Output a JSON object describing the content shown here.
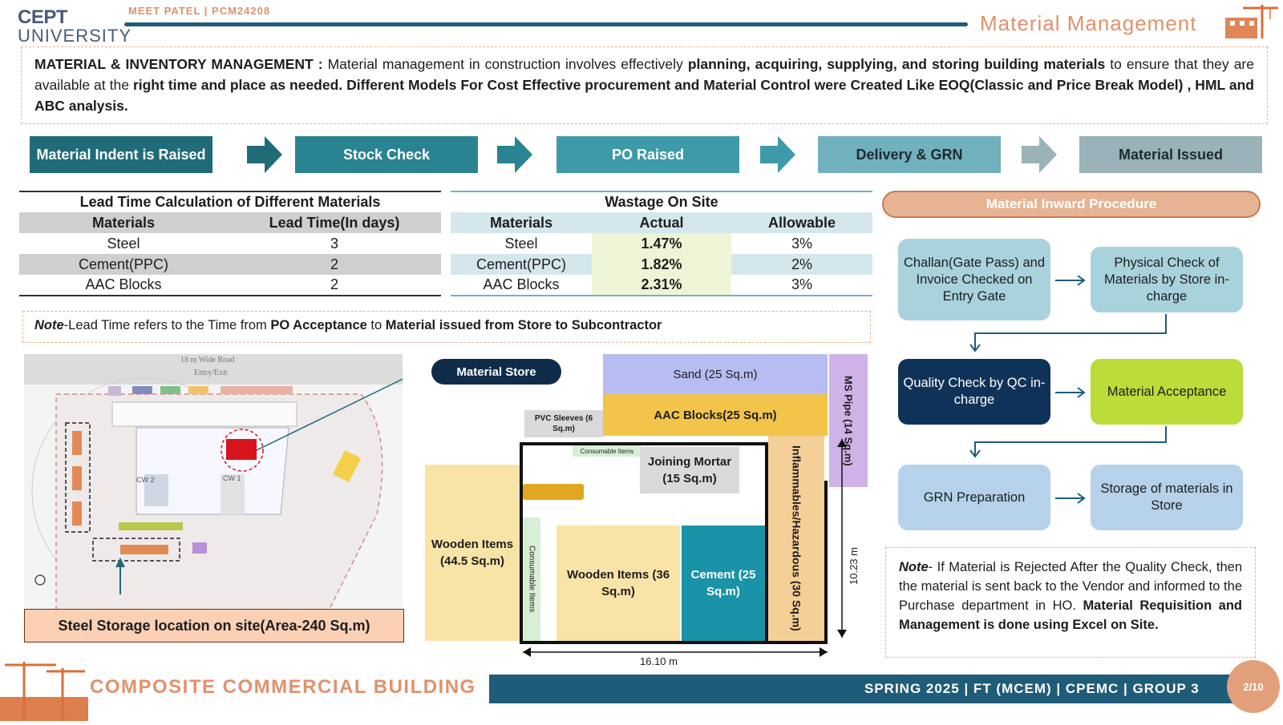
{
  "header": {
    "logo_line1": "CEPT",
    "logo_line2": "UNIVERSITY",
    "author": "MEET PATEL | PCM24208",
    "title": "Material Management"
  },
  "intro": {
    "lead": "MATERIAL & INVENTORY MANAGEMENT :",
    "t1": " Material management in construction involves effectively ",
    "b1": "planning, acquiring, supplying, and storing building materials",
    "t2": " to ensure that they are available at the ",
    "b2": "right time and place as needed. Different Models For Cost Effective procurement and Material Control were Created Like EOQ(Classic and Price Break Model) , HML and ABC analysis."
  },
  "process": {
    "steps": [
      "Material Indent is Raised",
      "Stock Check",
      "PO Raised",
      "Delivery & GRN",
      "Material Issued"
    ],
    "colors": [
      "#1f6b78",
      "#2a8391",
      "#3e9aa8",
      "#71b1bd",
      "#9ab3b8"
    ]
  },
  "lead_table": {
    "title": "Lead Time Calculation of Different Materials",
    "headers": [
      "Materials",
      "Lead Time(In days)"
    ],
    "rows": [
      [
        "Steel",
        "3"
      ],
      [
        "Cement(PPC)",
        "2"
      ],
      [
        "AAC Blocks",
        "2"
      ]
    ]
  },
  "wastage_table": {
    "title": "Wastage On Site",
    "headers": [
      "Materials",
      "Actual",
      "Allowable"
    ],
    "rows": [
      [
        "Steel",
        "1.47%",
        "3%"
      ],
      [
        "Cement(PPC)",
        "1.82%",
        "2%"
      ],
      [
        "AAC Blocks",
        "2.31%",
        "3%"
      ]
    ]
  },
  "note1": {
    "label": "Note",
    "t1": "-Lead Time refers to the Time from ",
    "b1": "PO Acceptance",
    "t2": " to ",
    "b2": "Material issued from Store to Subcontractor"
  },
  "site": {
    "road": "18 m Wide Road",
    "entry": "Entry/Exit",
    "steel_label": "Steel Storage location on site(Area-240 Sq.m)",
    "store_callout": "Material Store",
    "cw2": "CW 2",
    "cw1": "CW 1"
  },
  "store_plan": {
    "sand": "Sand (25 Sq.m)",
    "aac": "AAC Blocks(25 Sq.m)",
    "pvc": "PVC Sleeves (6 Sq.m)",
    "consumables_top": "Consumable Items",
    "mortar": "Joining Mortar (15 Sq.m)",
    "ms_pipe": "MS Pipe (14 Sq.m)",
    "wooden1": "Wooden Items (44.5 Sq.m)",
    "consumables_side": "Consumable Items",
    "wooden2": "Wooden Items (36 Sq.m)",
    "cement": "Cement (25 Sq.m)",
    "inflammables": "Inflammables/Hazardous (30 Sq.m)",
    "dim_width": "16.10 m",
    "dim_height": "10.23 m"
  },
  "inward": {
    "title": "Material Inward Procedure",
    "challan": "Challan(Gate Pass) and Invoice Checked on Entry Gate",
    "physical": "Physical Check of Materials by Store in-charge",
    "qc": "Quality Check by QC in-charge",
    "acceptance": "Material Acceptance",
    "grn": "GRN Preparation",
    "storage": "Storage of materials in Store"
  },
  "note2": {
    "label": "Note",
    "t1": "- If Material is Rejected After the Quality Check, then the material is sent back to the Vendor and informed to the Purchase department in HO. ",
    "b1": "Material Requisition and Management is done using Excel on Site."
  },
  "footer": {
    "left": "COMPOSITE COMMERCIAL BUILDING",
    "right": "SPRING 2025 | FT (MCEM) | CPEMC | GROUP 3",
    "page": "2/10"
  }
}
